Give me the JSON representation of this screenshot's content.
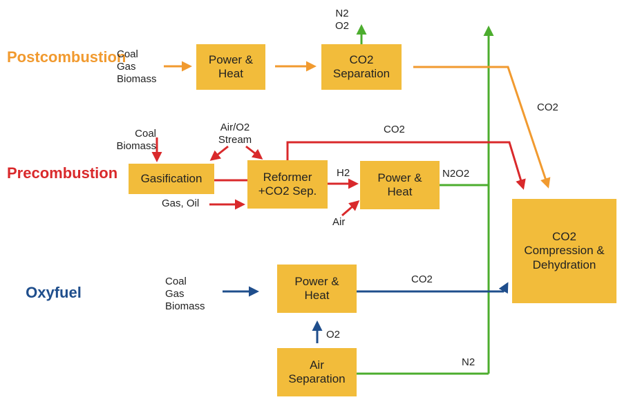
{
  "sections": {
    "post": [
      "Post",
      "combustion"
    ],
    "pre": [
      "Pre",
      "combustion"
    ],
    "oxy": [
      "Oxyfuel"
    ]
  },
  "colors": {
    "post": "#f19a2f",
    "pre": "#d9292b",
    "oxy": "#1f4e8c",
    "green": "#4cad2e",
    "box": "#f2bc3b"
  },
  "boxes": {
    "post_power": [
      "Power &",
      "Heat"
    ],
    "post_sep": [
      "CO2",
      "Separation"
    ],
    "gasification": [
      "Gasification"
    ],
    "reformer": [
      "Reformer",
      "+CO2 Sep."
    ],
    "pre_power": [
      "Power &",
      "Heat"
    ],
    "compression": [
      "CO2",
      "Compression &",
      "Dehydration"
    ],
    "oxy_power": [
      "Power &",
      "Heat"
    ],
    "air_sep": [
      "Air",
      "Separation"
    ]
  },
  "texts": {
    "post_fuel": [
      "Coal",
      "Gas",
      "Biomass"
    ],
    "post_vent": [
      "N2",
      "O2"
    ],
    "post_co2": [
      "CO2"
    ],
    "pre_fuel": [
      "Coal",
      "Biomass"
    ],
    "air_o2_stream": [
      "Air/O2",
      "Stream"
    ],
    "pre_co2": [
      "CO2"
    ],
    "h2": [
      "H2"
    ],
    "n2o2": [
      "N2O2"
    ],
    "gas_oil": [
      "Gas, Oil"
    ],
    "air": [
      "Air"
    ],
    "oxy_fuel": [
      "Coal",
      "Gas",
      "Biomass"
    ],
    "oxy_co2": [
      "CO2"
    ],
    "o2": [
      "O2"
    ],
    "n2": [
      "N2"
    ]
  }
}
